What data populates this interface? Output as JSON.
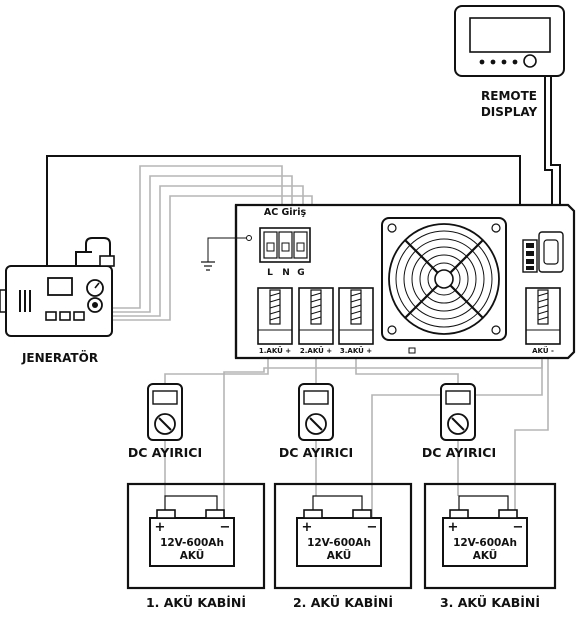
{
  "remote_display": {
    "line1": "REMOTE",
    "line2": "DISPLAY"
  },
  "generator": {
    "label": "JENERATÖR"
  },
  "inverter": {
    "ac_label": "AC Giriş",
    "terminals": [
      "L",
      "N",
      "G"
    ],
    "dc_terminals": [
      "1.AKÜ +",
      "2.AKÜ +",
      "3.AKÜ +",
      "AKÜ -"
    ]
  },
  "disconnects": [
    {
      "label": "DC AYIRICI"
    },
    {
      "label": "DC AYIRICI"
    },
    {
      "label": "DC AYIRICI"
    }
  ],
  "cabinets": [
    {
      "label": "1. AKÜ KABİNİ",
      "battery_spec": "12V-600Ah",
      "battery_name": "AKÜ",
      "plus": "+",
      "minus": "−"
    },
    {
      "label": "2. AKÜ KABİNİ",
      "battery_spec": "12V-600Ah",
      "battery_name": "AKÜ",
      "plus": "+",
      "minus": "−"
    },
    {
      "label": "3. AKÜ KABİNİ",
      "battery_spec": "12V-600Ah",
      "battery_name": "AKÜ",
      "plus": "+",
      "minus": "−"
    }
  ]
}
